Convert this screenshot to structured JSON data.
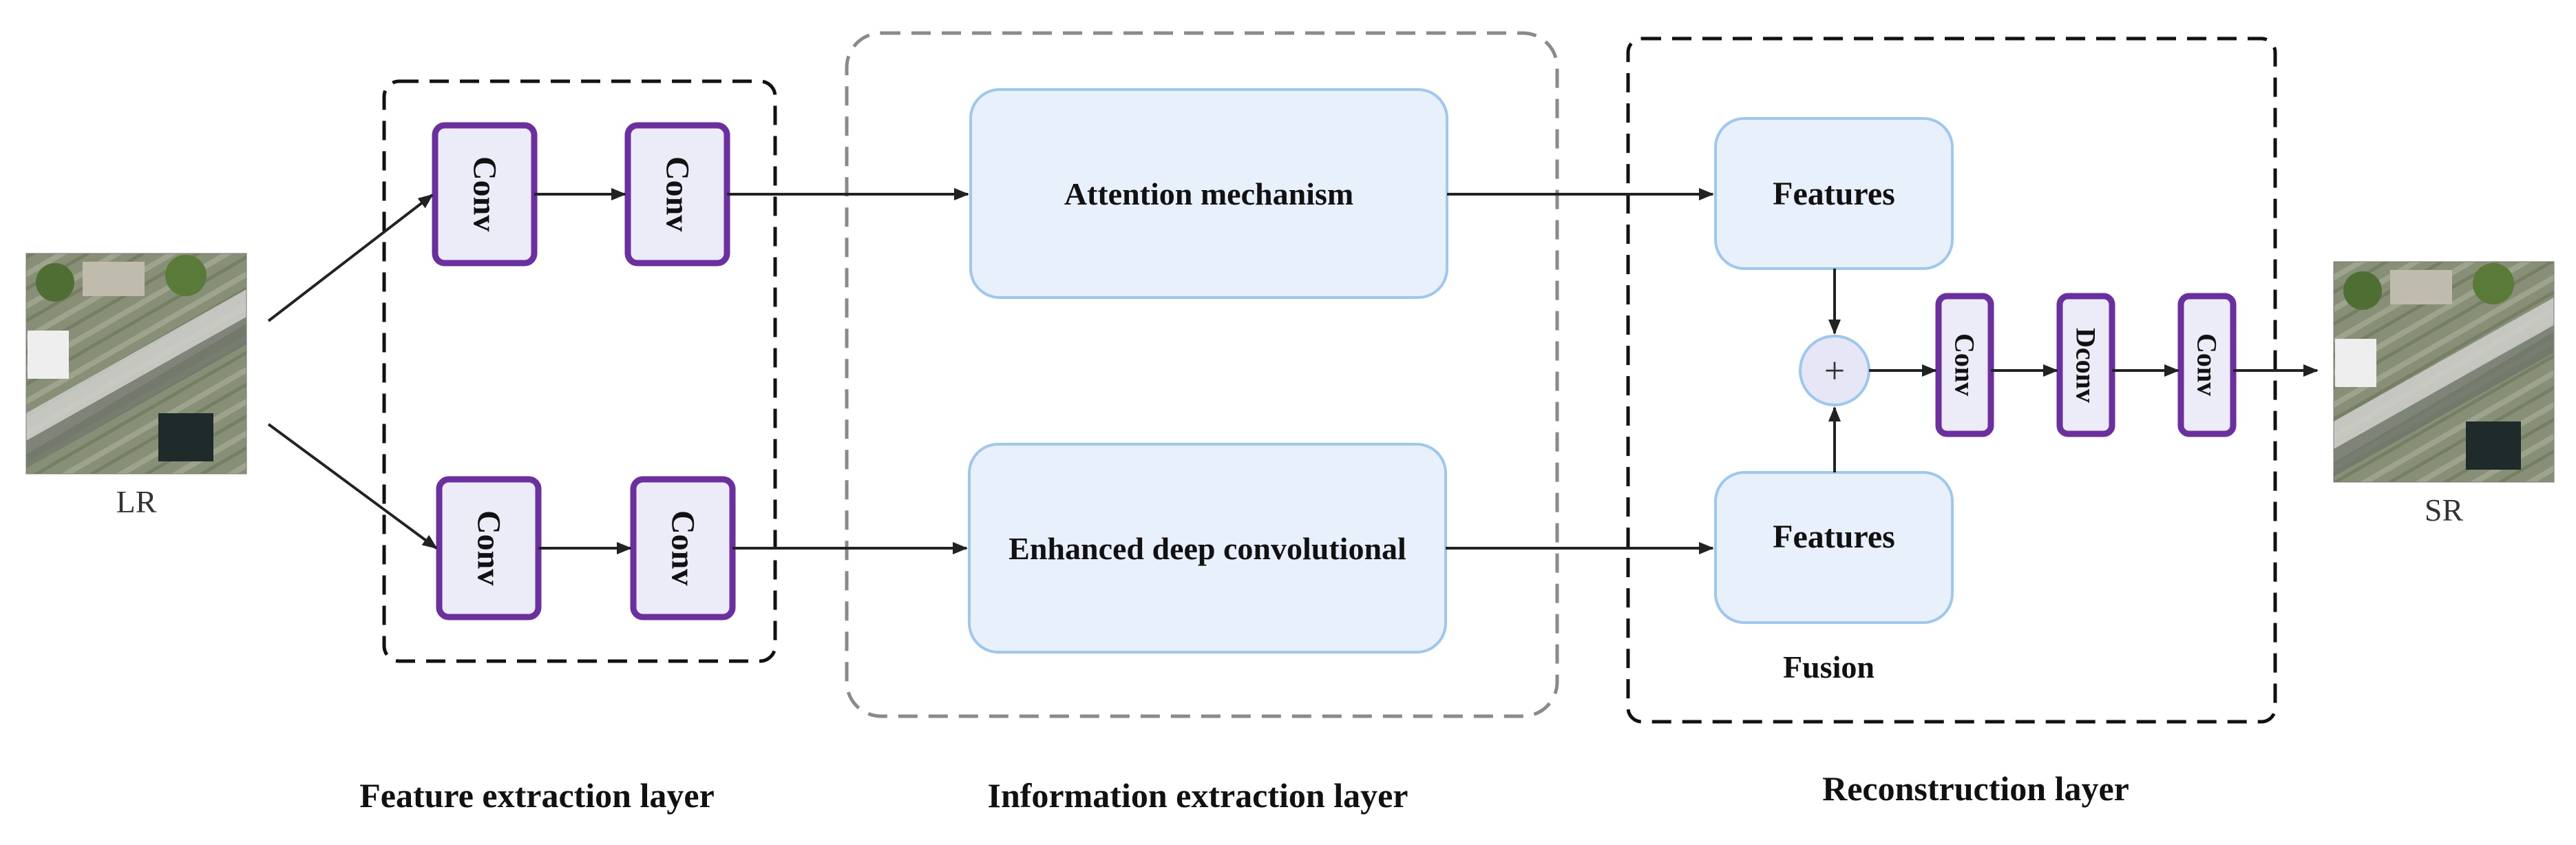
{
  "input_label": "LR",
  "output_label": "SR",
  "feature_extraction": {
    "title": "Feature extraction layer",
    "top_row": [
      "Conv",
      "Conv"
    ],
    "bottom_row": [
      "Conv",
      "Conv"
    ]
  },
  "information_extraction": {
    "title": "Information extraction layer",
    "attention": "Attention mechanism",
    "enhanced": "Enhanced deep convolutional"
  },
  "reconstruction": {
    "title": "Reconstruction layer",
    "features_top": "Features",
    "features_bottom": "Features",
    "fusion_label": "Fusion",
    "plus_symbol": "+",
    "chain": [
      "Conv",
      "Dconv",
      "Conv"
    ]
  },
  "colors": {
    "conv_border": "#6b2fa0",
    "conv_fill": "#ececf8",
    "module_fill": "#e8f0fb",
    "module_border": "#9cc7ee",
    "arrow": "#222222",
    "group_dash_black": "#111111",
    "group_dash_gray": "#8a8a8a"
  }
}
